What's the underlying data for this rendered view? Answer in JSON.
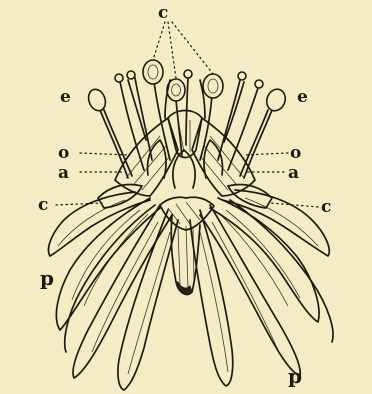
{
  "labels": {
    "c_top": "c",
    "e_left": "e",
    "e_right": "e",
    "o_left": "o",
    "o_right": "o",
    "a_left": "a",
    "a_right": "a",
    "c_left": "c",
    "c_right": "c",
    "p_left": "p",
    "p_right": "p"
  }
}
